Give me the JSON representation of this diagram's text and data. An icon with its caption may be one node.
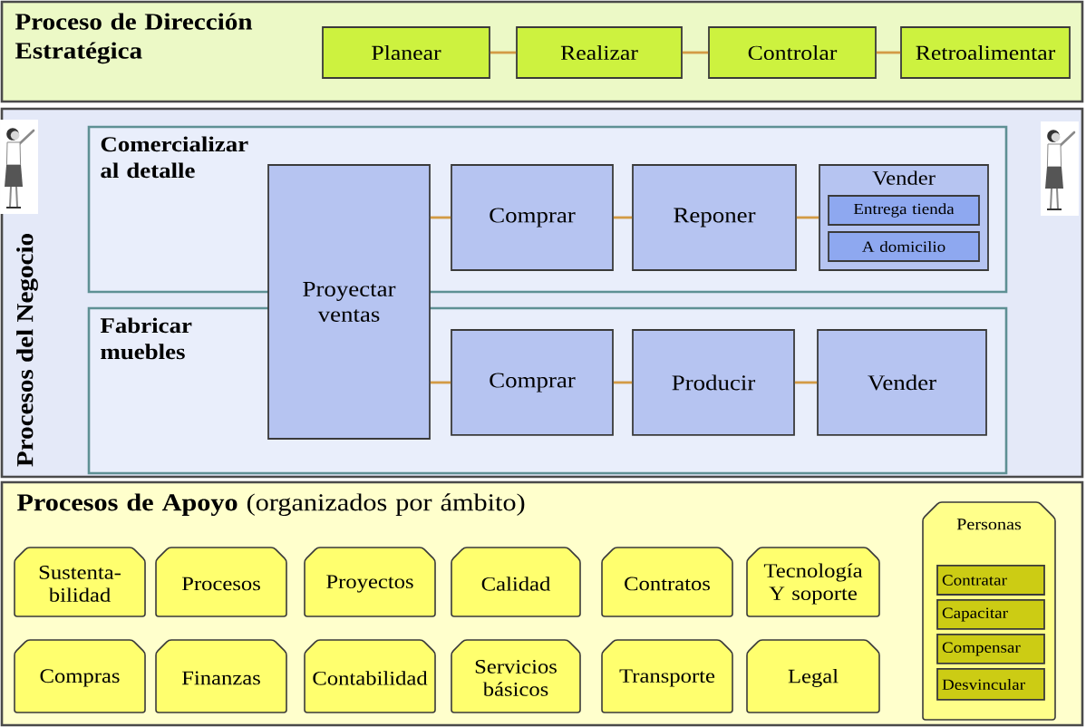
{
  "diagram": {
    "nodes": [
      {
        "text": [
          "Proceso de Dirección Estratégica"
        ]
      },
      {
        "text": [
          "Planear"
        ],
        "in": 0
      },
      {
        "text": [
          "Realizar"
        ],
        "in": 0
      },
      {
        "text": [
          "Controlar"
        ],
        "in": 0
      },
      {
        "text": [
          "Retroalimentar"
        ],
        "in": 0
      },
      {
        "text": [
          "Procesos del Negocio"
        ]
      },
      {
        "text": [
          "Comercializar al detalle"
        ],
        "in": 5
      },
      {
        "text": [
          "Proyectar ventas"
        ],
        "in": 5
      },
      {
        "text": [
          "Comprar"
        ],
        "in": 6
      },
      {
        "text": [
          "Reponer"
        ],
        "in": 6
      },
      {
        "text": [
          "Vender"
        ],
        "in": 6
      },
      {
        "text": [
          "Entrega tienda"
        ],
        "in": 10
      },
      {
        "text": [
          "A domicilio"
        ],
        "in": 10
      },
      {
        "text": [
          "Fabricar muebles"
        ],
        "in": 5
      },
      {
        "text": [
          "Comprar"
        ],
        "in": 13
      },
      {
        "text": [
          "Producir"
        ],
        "in": 13
      },
      {
        "text": [
          "Vender"
        ],
        "in": 13
      },
      {
        "text": [
          "**Procesos de Apoyo** (organizados por ámbito)"
        ]
      },
      {
        "text": [
          "Sustenta- bilidad"
        ],
        "in": 17
      },
      {
        "text": [
          "Procesos"
        ],
        "in": 17
      },
      {
        "text": [
          "Proyectos"
        ],
        "in": 17
      },
      {
        "text": [
          "Calidad"
        ],
        "in": 17
      },
      {
        "text": [
          "Contratos"
        ],
        "in": 17
      },
      {
        "text": [
          "Tecnología Y soporte"
        ],
        "in": 17
      },
      {
        "text": [
          "Compras"
        ],
        "in": 17
      },
      {
        "text": [
          "Finanzas"
        ],
        "in": 17
      },
      {
        "text": [
          "Contabilidad"
        ],
        "in": 17
      },
      {
        "text": [
          "Servicios básicos"
        ],
        "in": 17
      },
      {
        "text": [
          "Transporte"
        ],
        "in": 17
      },
      {
        "text": [
          "Legal"
        ],
        "in": 17
      },
      {
        "text": [
          "Personas"
        ],
        "in": 17
      },
      {
        "text": [
          "Contratar"
        ],
        "in": 30
      },
      {
        "text": [
          "Capacitar"
        ],
        "in": 30
      },
      {
        "text": [
          "Compensar"
        ],
        "in": 30
      },
      {
        "text": [
          "Desvincular"
        ],
        "in": 30
      }
    ],
    "edges": [
      {
        "from": 1,
        "to": 2,
        "arrow": "none"
      },
      {
        "from": 2,
        "to": 3,
        "arrow": "none"
      },
      {
        "from": 3,
        "to": 4,
        "arrow": "none"
      },
      {
        "from": 7,
        "to": 8,
        "arrow": "none"
      },
      {
        "from": 8,
        "to": 9,
        "arrow": "none"
      },
      {
        "from": 9,
        "to": 10,
        "arrow": "none"
      },
      {
        "from": 7,
        "to": 14,
        "arrow": "none"
      },
      {
        "from": 14,
        "to": 15,
        "arrow": "none"
      },
      {
        "from": 15,
        "to": 16,
        "arrow": "none"
      }
    ]
  }
}
